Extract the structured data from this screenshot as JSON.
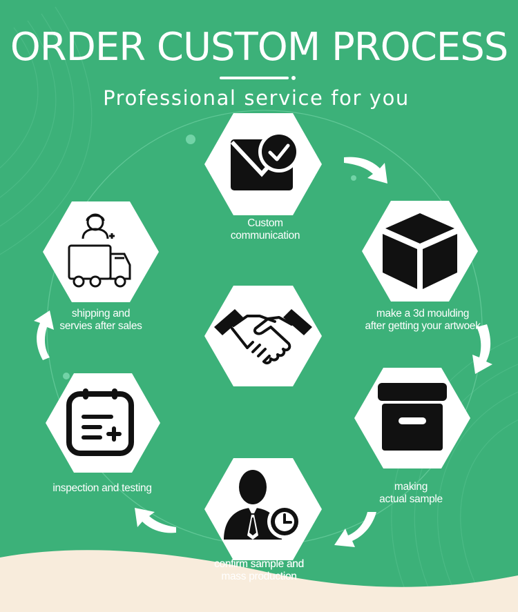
{
  "header": {
    "title": "ORDER CUSTOM PROCESS",
    "subtitle": "Professional service for you"
  },
  "steps": [
    {
      "icon": "envelope-check-icon",
      "line1": "Custom",
      "line2": "communication"
    },
    {
      "icon": "cube-icon",
      "line1": "make a 3d moulding",
      "line2": "after getting your artwoek"
    },
    {
      "icon": "archive-box-icon",
      "line1": "making",
      "line2": "actual sample"
    },
    {
      "icon": "businessman-clock-icon",
      "line1": "confirm sample and",
      "line2": "mass production"
    },
    {
      "icon": "checklist-board-icon",
      "line1": "inspection and testing",
      "line2": ""
    },
    {
      "icon": "support-truck-icon",
      "line1": "shipping and",
      "line2": "servies after sales"
    }
  ],
  "center": {
    "icon": "handshake-icon"
  },
  "colors": {
    "background": "#3cb179",
    "hexagon": "#ffffff",
    "icon": "#111111",
    "footer": "#f8ecdc"
  }
}
